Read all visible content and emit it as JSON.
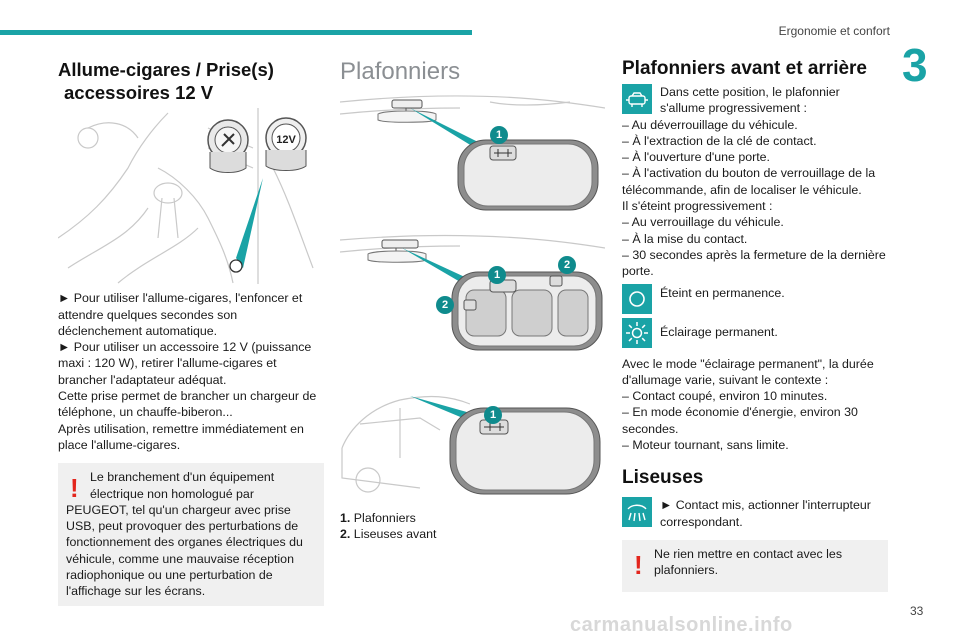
{
  "header": {
    "section": "Ergonomie et confort",
    "chapter": "3"
  },
  "page_number": "33",
  "footer_watermark": "carmanualsonline.info",
  "col1": {
    "title_line1": "Allume-cigares / Prise(s)",
    "title_line2": "accessoires 12 V",
    "socket_label": "12V",
    "paragraphs": [
      "► Pour utiliser l'allume-cigares, l'enfoncer et attendre quelques secondes son déclenchement automatique.",
      "► Pour utiliser un accessoire 12 V (puissance maxi : 120 W), retirer l'allume-cigares et brancher l'adaptateur adéquat.",
      "Cette prise permet de brancher un chargeur de téléphone, un chauffe-biberon...",
      "Après utilisation, remettre immédiatement en place l'allume-cigares."
    ],
    "warning_first": "Le branchement d'un équipement électrique non homologué par",
    "warning_rest": "PEUGEOT, tel qu'un chargeur avec prise USB, peut provoquer des perturbations de fonctionnement des organes électriques du véhicule, comme une mauvaise réception radiophonique ou une perturbation de l'affichage sur les écrans."
  },
  "col2": {
    "title": "Plafonniers",
    "callouts": {
      "one": "1",
      "two": "2"
    },
    "legend": [
      {
        "num": "1.",
        "label": "Plafonniers"
      },
      {
        "num": "2.",
        "label": "Liseuses avant"
      }
    ]
  },
  "col3": {
    "title": "Plafonniers avant et arrière",
    "door_text": "Dans cette position, le plafonnier s'allume progressivement :",
    "list_on": [
      "– Au déverrouillage du véhicule.",
      "– À l'extraction de la clé de contact.",
      "– À l'ouverture d'une porte.",
      "– À l'activation du bouton de verrouillage de la télécommande, afin de localiser le véhicule."
    ],
    "off_intro": "Il s'éteint progressivement :",
    "list_off": [
      "– Au verrouillage du véhicule.",
      "– À la mise du contact.",
      "– 30 secondes après la fermeture de la dernière porte."
    ],
    "off_label": "Éteint en permanence.",
    "on_label": "Éclairage permanent.",
    "perm_intro": "Avec le mode \"éclairage permanent\", la durée d'allumage varie, suivant le contexte :",
    "list_perm": [
      "– Contact coupé, environ 10 minutes.",
      "– En mode économie d'énergie, environ 30 secondes.",
      "– Moteur tournant, sans limite."
    ],
    "title2": "Liseuses",
    "reading_text": "► Contact mis, actionner l'interrupteur correspondant.",
    "warning": "Ne rien mettre en contact avec les plafonniers."
  },
  "colors": {
    "accent": "#1aa3a6",
    "warning": "#e3261d",
    "box": "#f0f0f0"
  }
}
